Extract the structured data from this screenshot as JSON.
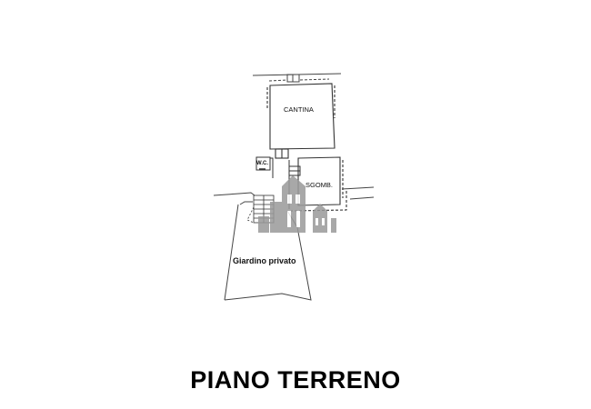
{
  "floor_plan": {
    "title": "PIANO TERRENO",
    "rooms": [
      {
        "name": "cantina",
        "label": "CANTINA"
      },
      {
        "name": "wc",
        "label": "W.C."
      },
      {
        "name": "sgombero",
        "label": "SGOMB."
      },
      {
        "name": "garden",
        "label": "Giardino privato"
      }
    ],
    "watermark": "house-logo",
    "colors": {
      "walls": "#333333",
      "dashed": "#555555",
      "watermark": "#9a9a9a",
      "text": "#111111"
    }
  }
}
